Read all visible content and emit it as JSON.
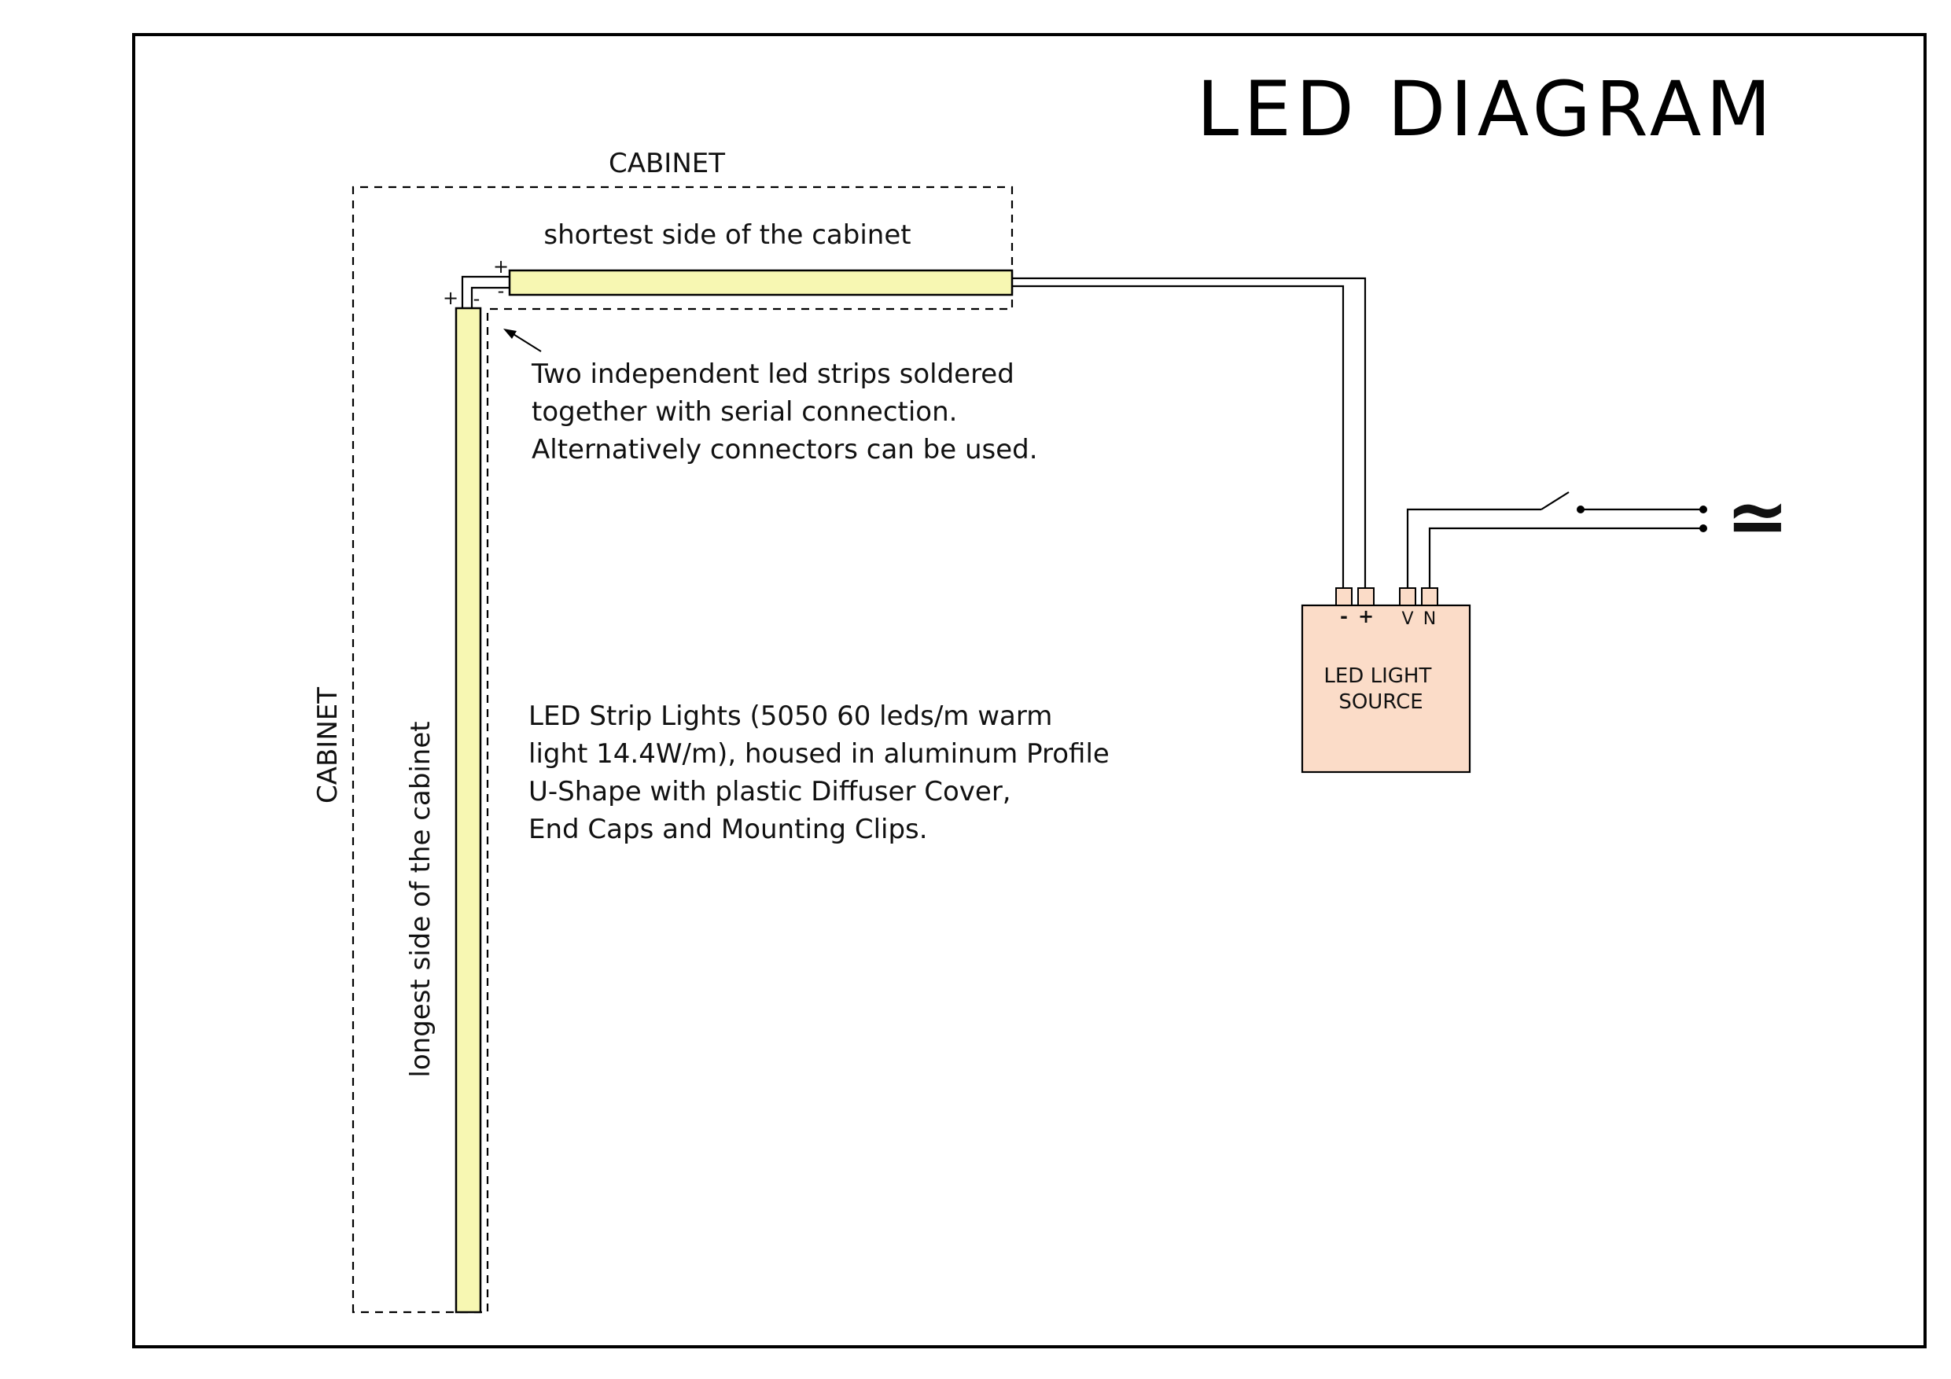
{
  "title": "LED DIAGRAM",
  "cabinet_top_label": "CABINET",
  "cabinet_side_label": "CABINET",
  "shortest_side_label": "shortest side of the cabinet",
  "longest_side_label": "longest side of the cabinet",
  "plus_sign": "+",
  "minus_sign": "-",
  "solder_note": [
    "Two independent led strips soldered",
    "together with serial connection.",
    "Alternatively connectors can be used."
  ],
  "strip_note": [
    "LED Strip Lights (5050 60 leds/m warm",
    "light 14.4W/m), housed in aluminum Profile",
    "U-Shape with plastic Diffuser Cover,",
    "End Caps and Mounting Clips."
  ],
  "source_box": {
    "line1": "LED LIGHT",
    "line2": "SOURCE",
    "terminals": [
      "-",
      "+",
      "V",
      "N"
    ]
  },
  "ac_symbol": "≃",
  "colors": {
    "strip_fill": "#f7f7b2",
    "source_fill": "#fbdcc8",
    "line": "#000000"
  }
}
